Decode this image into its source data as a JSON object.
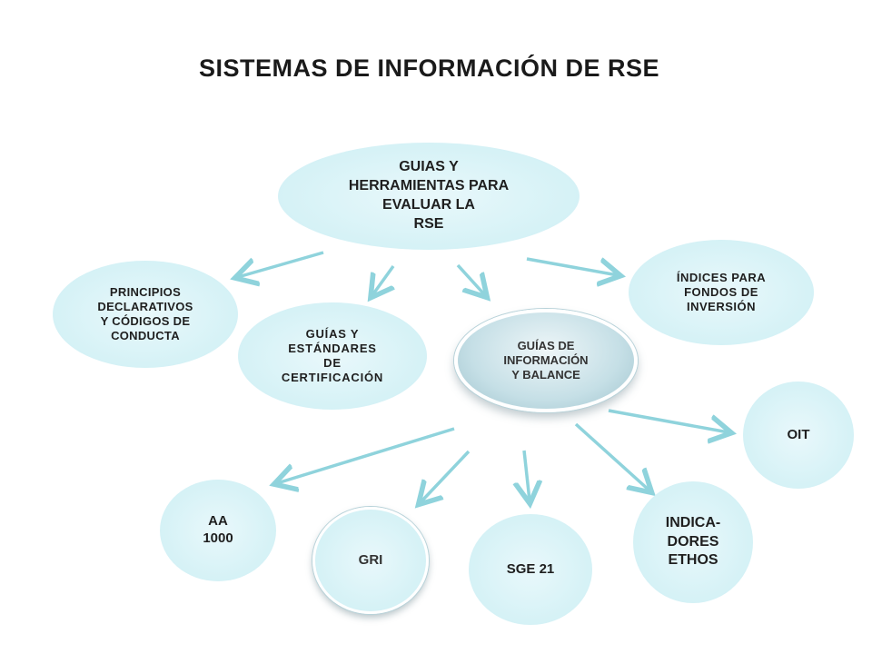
{
  "title": "SISTEMAS DE INFORMACIÓN DE RSE",
  "colors": {
    "node_fill": "#d9f3f7",
    "arrow": "#8fd3dc",
    "selected_node_fill": "#c5dfe6",
    "text": "#1f1f1f"
  },
  "nodes": {
    "top": "GUIAS Y\nHERRAMIENTAS PARA\nEVALUAR LA\nRSE",
    "principios": "PRINCIPIOS\nDECLARATIVOS\nY CÓDIGOS DE\nCONDUCTA",
    "estandares": "GUÍAS Y\nESTÁNDARES\nDE\nCERTIFICACIÓN",
    "guias_informacion": "GUÍAS DE\nINFORMACIÓN\nY BALANCE",
    "indices": "ÍNDICES PARA\nFONDOS DE\nINVERSIÓN",
    "oit": "OIT",
    "aa1000": "AA\n1000",
    "gri": "GRI",
    "sge21": "SGE 21",
    "ethos": "INDICA-\nDORES\nETHOS"
  }
}
